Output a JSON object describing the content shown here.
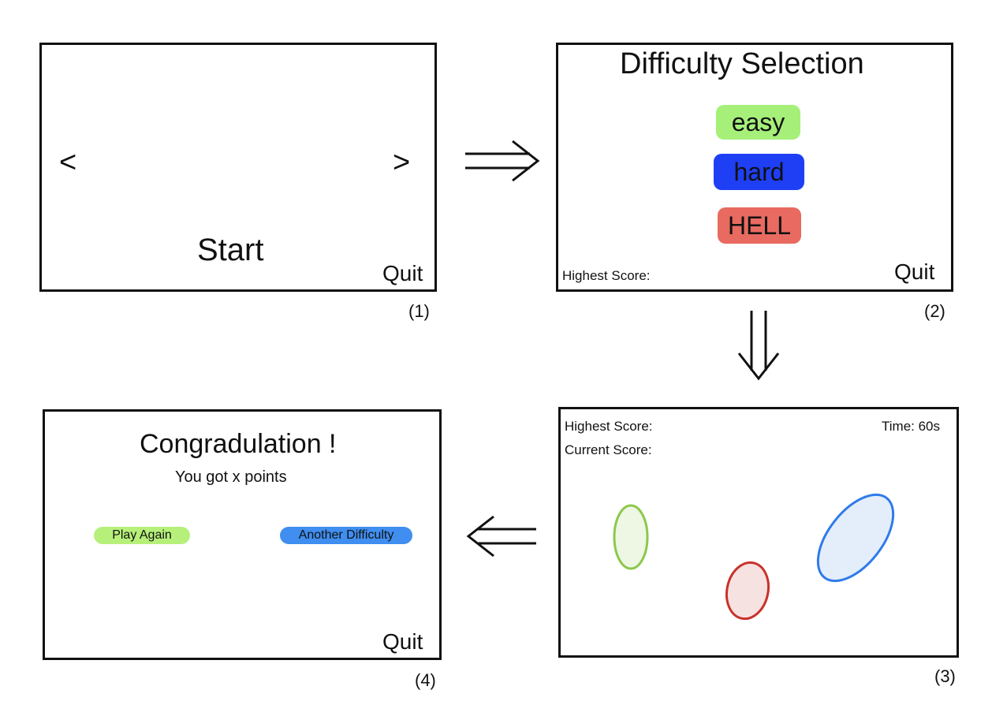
{
  "screens": {
    "start": {
      "number": "(1)",
      "prev_arrow": "<",
      "next_arrow": ">",
      "start_label": "Start",
      "quit_label": "Quit"
    },
    "difficulty": {
      "number": "(2)",
      "title": "Difficulty Selection",
      "options": [
        {
          "label": "easy",
          "color": "#a6f07a"
        },
        {
          "label": "hard",
          "color": "#1f3ff5"
        },
        {
          "label": "HELL",
          "color": "#e86a60"
        }
      ],
      "highest_score_label": "Highest Score:",
      "quit_label": "Quit"
    },
    "game": {
      "number": "(3)",
      "highest_score_label": "Highest Score:",
      "current_score_label": "Current Score:",
      "time_label": "Time: 60s",
      "targets": [
        {
          "name": "green-target",
          "stroke": "#8cc84b",
          "fill": "#eef6e4"
        },
        {
          "name": "red-target",
          "stroke": "#c9312b",
          "fill": "#f5e2e1"
        },
        {
          "name": "blue-target",
          "stroke": "#2f7bea",
          "fill": "#e4eefb"
        }
      ]
    },
    "result": {
      "number": "(4)",
      "title": "Congradulation !",
      "subtitle": "You got x points",
      "play_again_label": "Play Again",
      "play_again_color": "#b6f07a",
      "another_difficulty_label": "Another Difficulty",
      "another_difficulty_color": "#3f8ef0",
      "quit_label": "Quit"
    }
  },
  "flow": [
    "right-arrow",
    "down-arrow",
    "left-arrow"
  ]
}
